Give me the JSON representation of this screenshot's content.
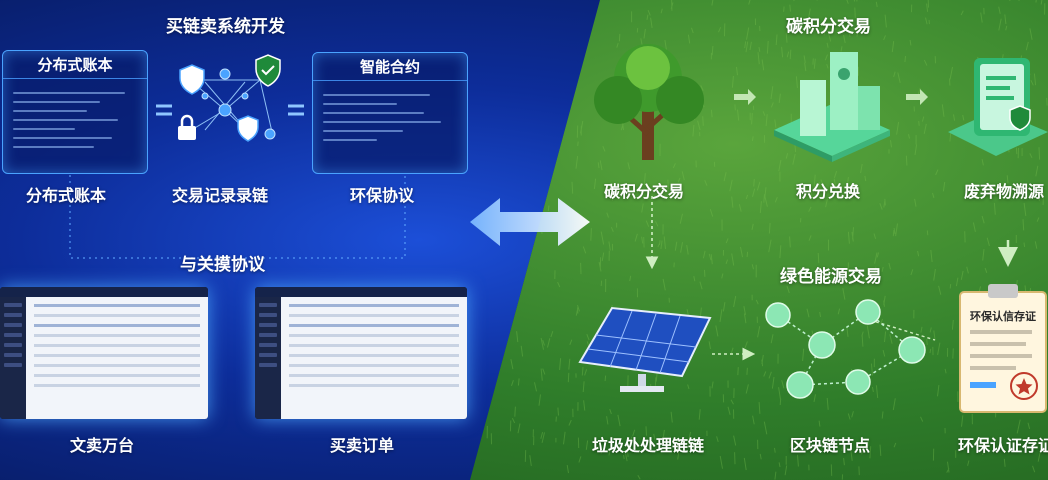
{
  "left": {
    "title_top": "买链卖系统开发",
    "ledger_card_title": "分布式账本",
    "contract_card_title": "智能合约",
    "labels": [
      "分布式账本",
      "交易记录录链",
      "环保协议"
    ],
    "protocol_title": "与关摸协议",
    "screen_labels": [
      "文卖万台",
      "买卖订单"
    ]
  },
  "right": {
    "carbon_title": "碳积分交易",
    "labels_top": [
      "碳积分交易",
      "积分兑换",
      "废弃物溯源"
    ],
    "green_title": "绿色能源交易",
    "labels_bottom": [
      "垃圾处处理链链",
      "区块链节点",
      "环保认证存证"
    ],
    "certificate_text": "环保认信存证"
  },
  "colors": {
    "blue_accent": "#4aa3ff",
    "green_node": "#7fe0a8"
  }
}
